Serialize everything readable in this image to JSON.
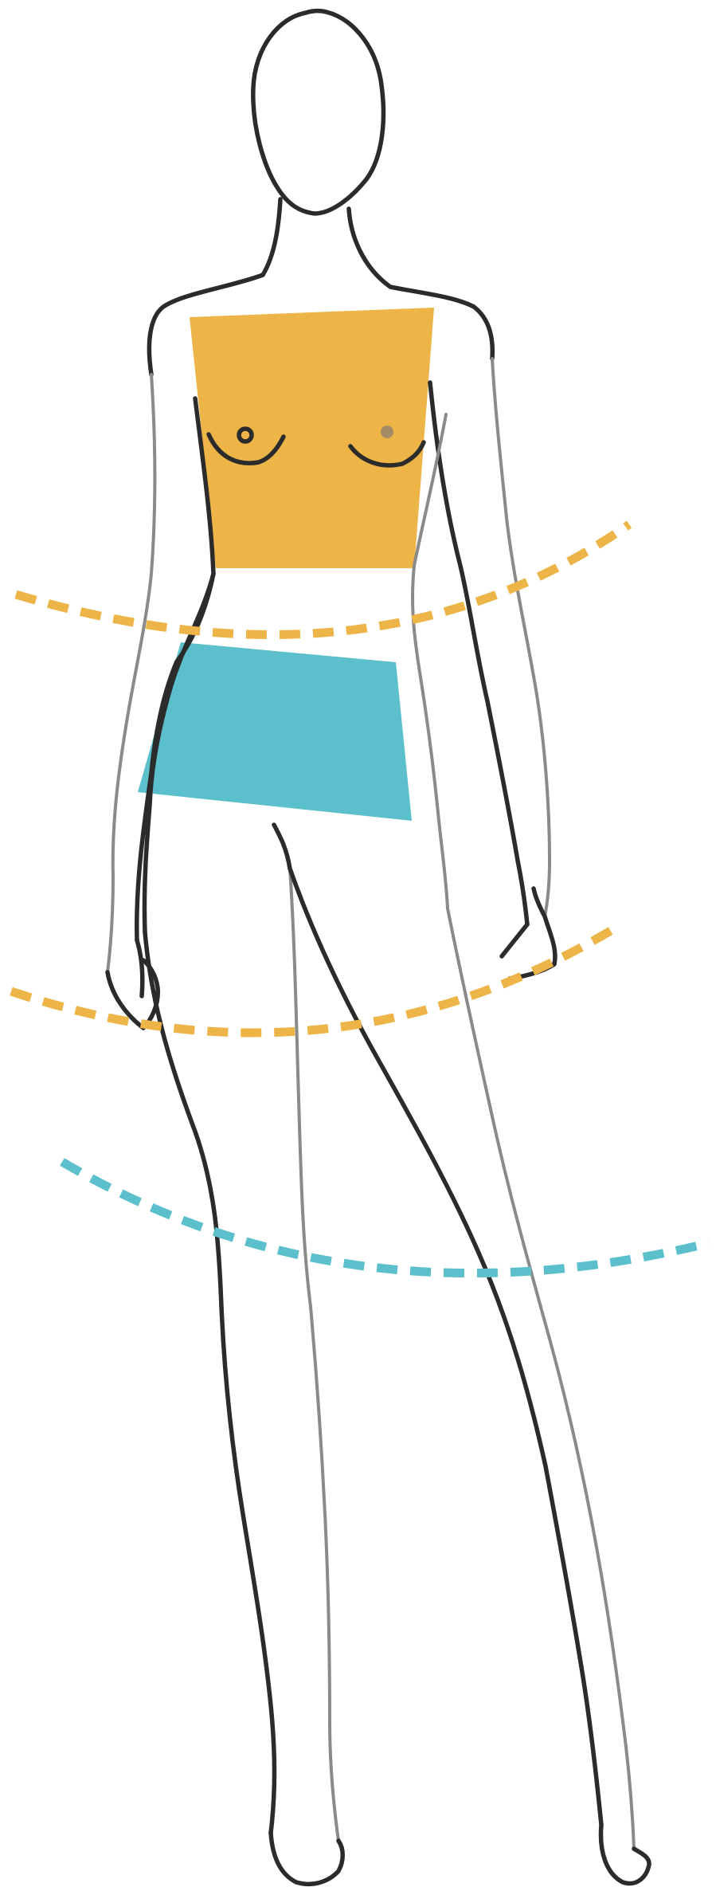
{
  "figure": {
    "type": "fashion body-shape illustration",
    "colors": {
      "upper_block": "#EDB447",
      "lower_block": "#5BC0CB",
      "upper_guides": "#EDB447",
      "lower_guide": "#5BC0CB",
      "line_dark": "#2b2b2b",
      "line_grey": "#8a8a8a",
      "background": "#ffffff"
    },
    "regions": [
      {
        "name": "shoulders-bust-block",
        "color_key": "upper_block"
      },
      {
        "name": "hips-block",
        "color_key": "lower_block"
      }
    ],
    "guides": [
      {
        "name": "waist-guide",
        "color_key": "upper_guides",
        "style": "dashed"
      },
      {
        "name": "hip-guide",
        "color_key": "upper_guides",
        "style": "dashed"
      },
      {
        "name": "thigh-guide",
        "color_key": "lower_guide",
        "style": "dashed"
      }
    ],
    "text": []
  }
}
